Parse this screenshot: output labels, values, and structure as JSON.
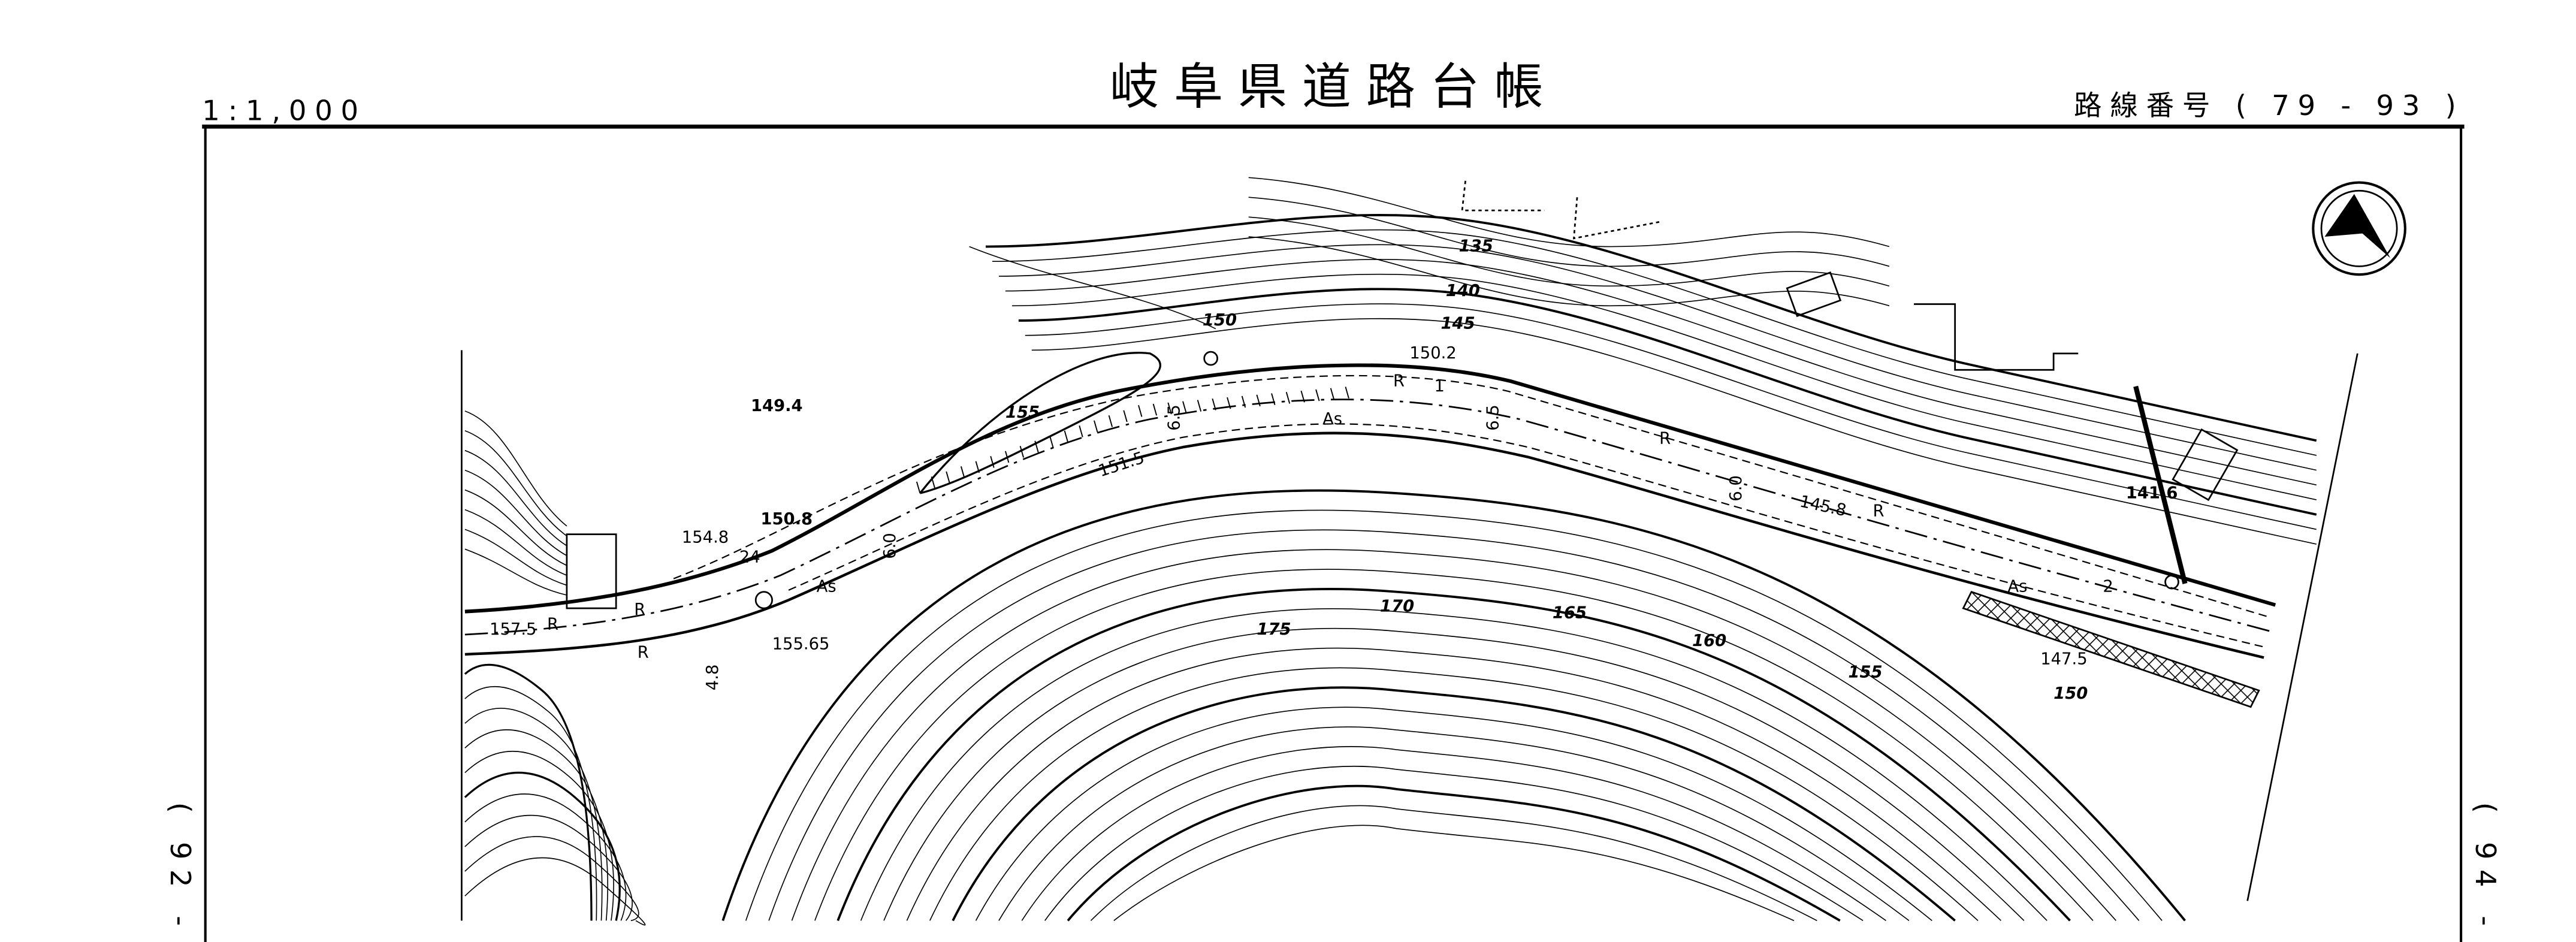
{
  "header": {
    "scale": "1:1,000",
    "title": "岐阜県道路台帳",
    "route_number": "路線番号 ( 79 - 93 )"
  },
  "adjacent_sheets": {
    "left": "( 92 -",
    "right": "( 94 -"
  },
  "north_arrow": "north-arrow-icon",
  "map": {
    "contour_labels": [
      "135",
      "140",
      "145",
      "150",
      "155",
      "175",
      "170",
      "165",
      "160",
      "155",
      "150"
    ],
    "spot_heights": [
      "150.2",
      "149.4",
      "150.8",
      "154.8",
      "151.5",
      "145.8",
      "141.6",
      "157.5",
      "155.65",
      "147.5"
    ],
    "road_surface": [
      "As",
      "As",
      "As"
    ],
    "road_widths": [
      "6.5",
      "6.5",
      "6.0",
      "6.0",
      "4.8"
    ],
    "markers": [
      "1",
      "2",
      "24"
    ],
    "symbols": [
      "R",
      "R",
      "R",
      "R",
      "R",
      "R"
    ]
  }
}
